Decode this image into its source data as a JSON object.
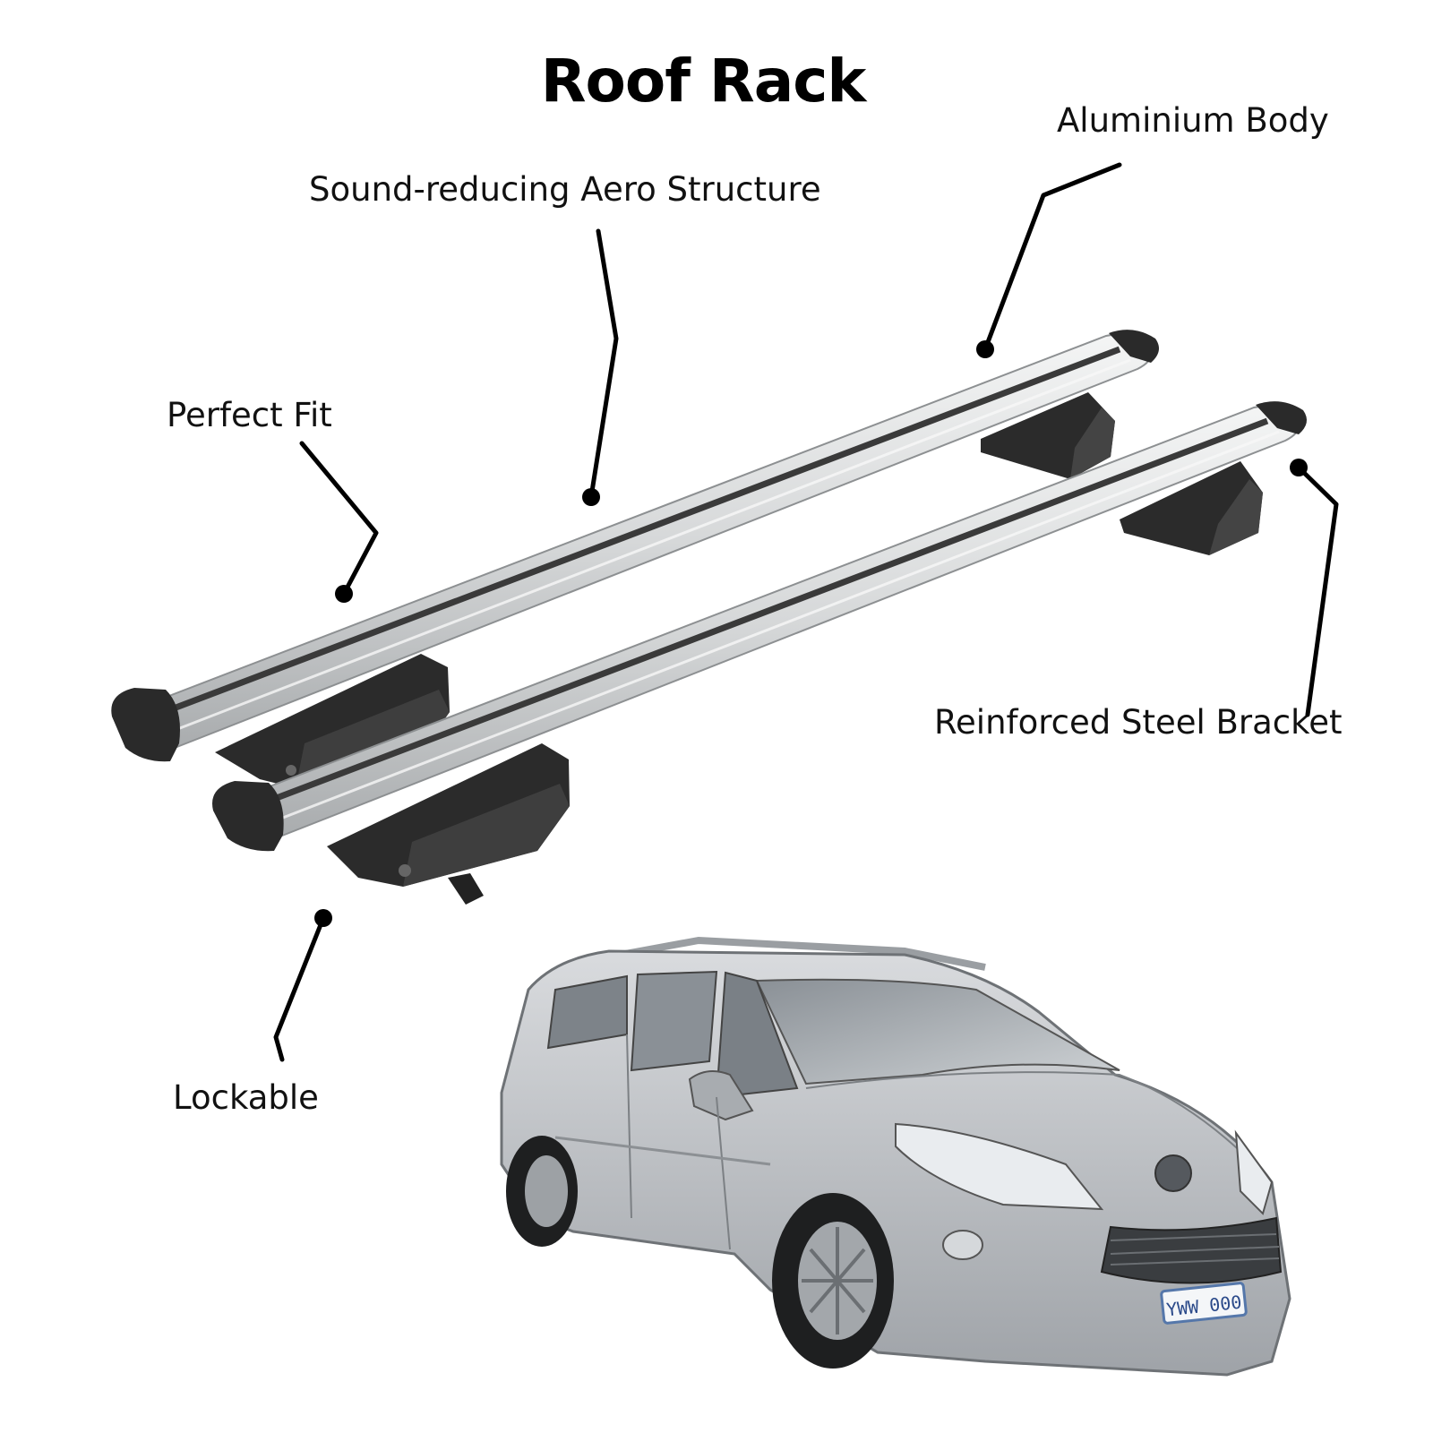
{
  "title": "Roof Rack",
  "callouts": {
    "aero": "Sound-reducing Aero Structure",
    "aluminium": "Aluminium Body",
    "perfect_fit": "Perfect Fit",
    "steel_bracket": "Reinforced Steel Bracket",
    "lockable": "Lockable"
  },
  "car": {
    "plate_text": "YWW 000"
  },
  "colors": {
    "bar_silver": "#d8dadb",
    "bracket_black": "#2a2a2a",
    "car_silver": "#b9bcc0",
    "leader_line": "#000000"
  }
}
